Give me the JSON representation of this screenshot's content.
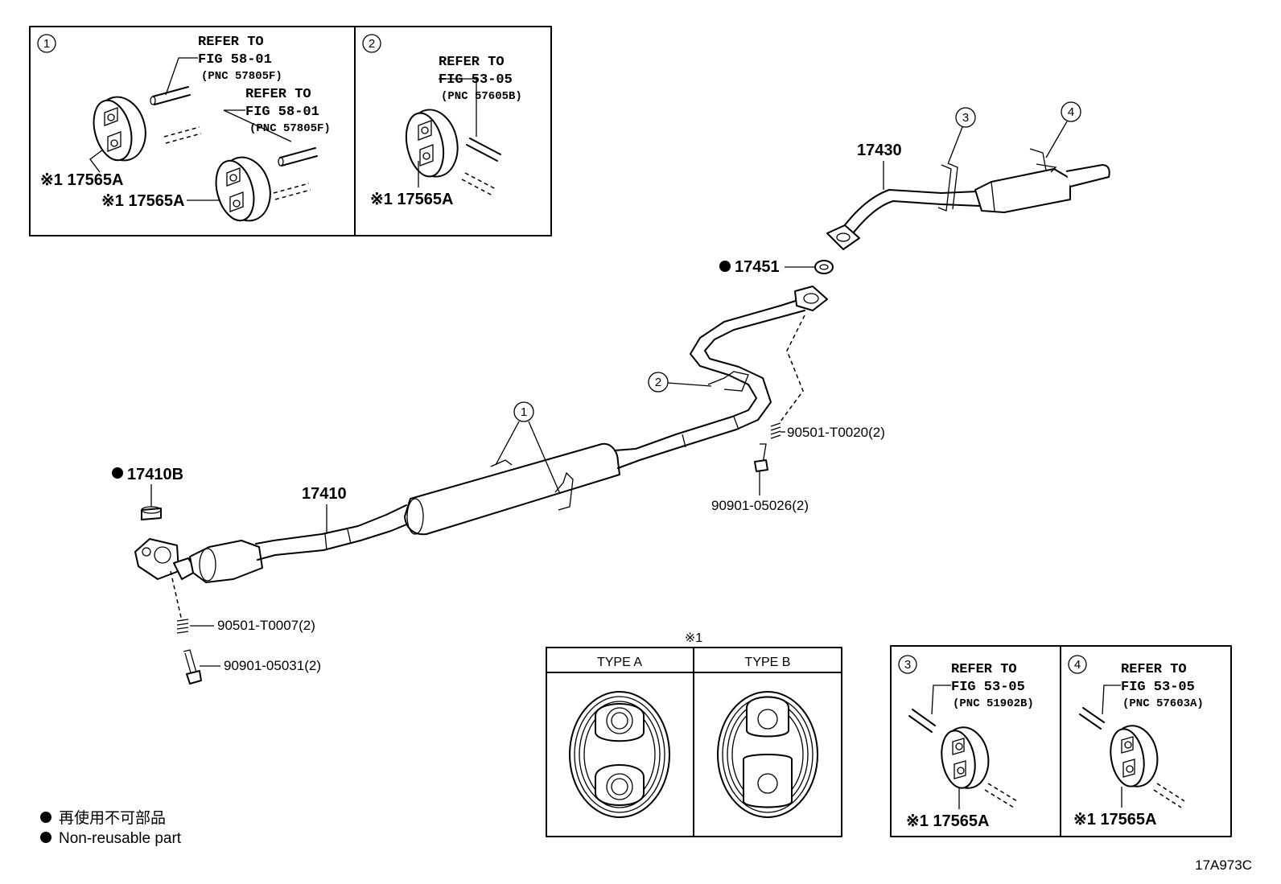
{
  "inset1": {
    "marker": "1",
    "ref_a": [
      "REFER TO",
      "FIG 58-01",
      "(PNC 57805F)"
    ],
    "ref_b": [
      "REFER TO",
      "FIG 58-01",
      "(PNC 57805F)"
    ],
    "hanger_a": "※1 17565A",
    "hanger_b": "※1 17565A"
  },
  "inset2": {
    "marker": "2",
    "ref": [
      "REFER TO",
      "FIG 53-05",
      "(PNC 57605B)"
    ],
    "hanger": "※1 17565A"
  },
  "inset3": {
    "marker": "3",
    "ref": [
      "REFER TO",
      "FIG 53-05",
      "(PNC 51902B)"
    ],
    "hanger": "※1 17565A"
  },
  "inset4": {
    "marker": "4",
    "ref": [
      "REFER TO",
      "FIG 53-05",
      "(PNC 57603A)"
    ],
    "hanger": "※1 17565A"
  },
  "types": {
    "note_marker": "※1",
    "type_a": "TYPE A",
    "type_b": "TYPE B"
  },
  "parts": {
    "p17430": "17430",
    "p17451": "17451",
    "p17410b": "17410B",
    "p17410": "17410",
    "bolt_spring_rear": "90501-T0020(2)",
    "bolt_rear": "90901-05026(2)",
    "bolt_spring_front": "90501-T0007(2)",
    "bolt_front": "90901-05031(2)",
    "callout_1": "1",
    "callout_2": "2",
    "callout_3": "3",
    "callout_4": "4"
  },
  "legend": {
    "japanese": "再使用不可部品",
    "english": "Non-reusable part"
  },
  "figure_code": "17A973C",
  "colors": {
    "line": "#000000",
    "background": "#ffffff"
  }
}
